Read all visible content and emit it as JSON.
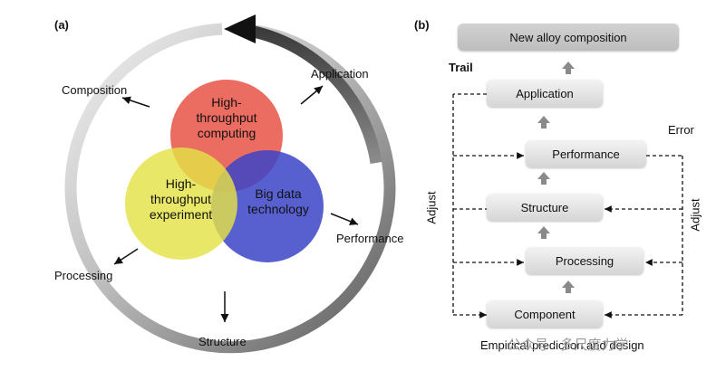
{
  "panel_a": {
    "label": "(a)",
    "circles": {
      "top": "High-\nthroughput\ncomputing",
      "left": "High-\nthroughput\nexperiment",
      "right": "Big data\ntechnology"
    },
    "ring_labels": {
      "composition": "Composition",
      "application": "Application",
      "performance": "Performance",
      "structure": "Structure",
      "processing": "Processing"
    },
    "colors": {
      "computing": "#e8584a",
      "experiment": "#e4e247",
      "bigdata": "#3b44c8"
    }
  },
  "panel_b": {
    "label": "(b)",
    "boxes": {
      "top": "New alloy composition",
      "application": "Application",
      "performance": "Performance",
      "structure": "Structure",
      "processing": "Processing",
      "component": "Component"
    },
    "trail": "Trail",
    "error": "Error",
    "adjust_left": "Adjust",
    "adjust_right": "Adjust",
    "caption": "Empirical prediction and design"
  },
  "watermark": "公众号 · 多尺度力学"
}
